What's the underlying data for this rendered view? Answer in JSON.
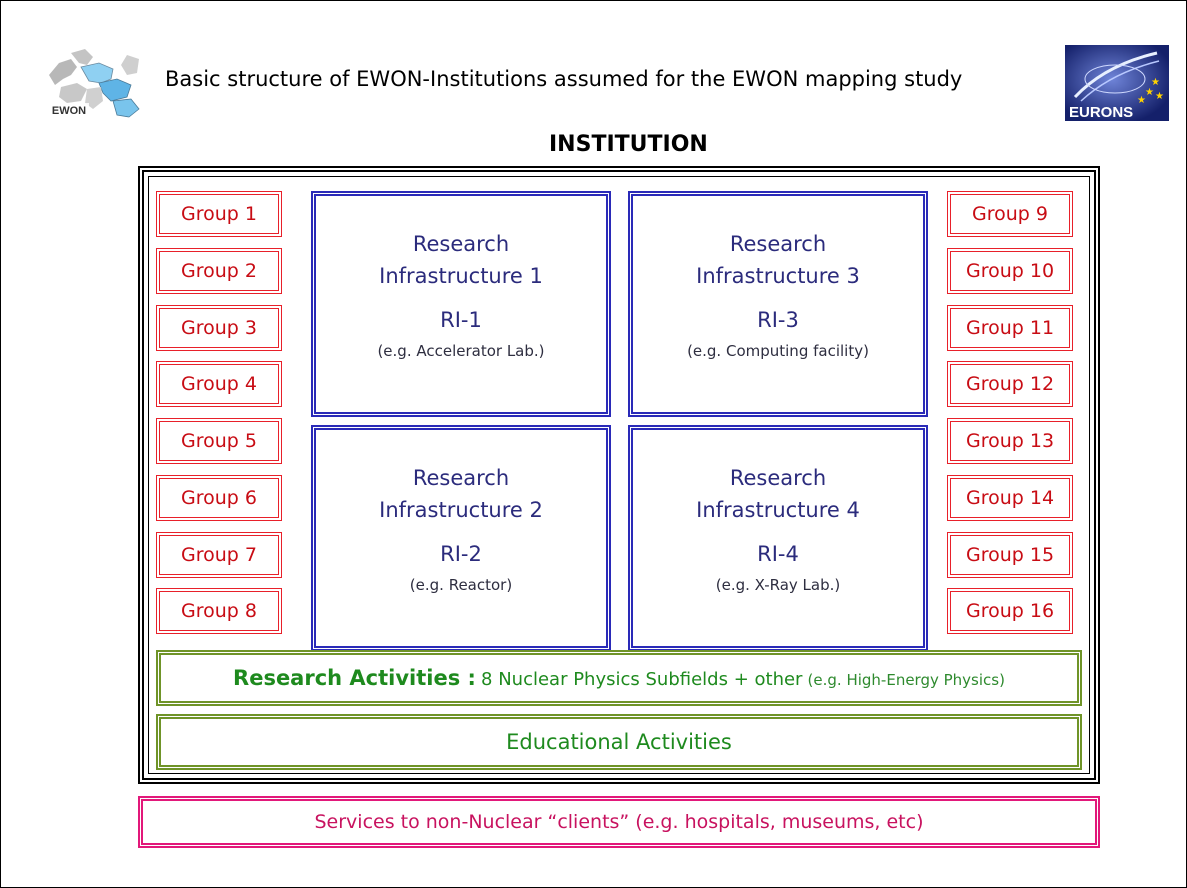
{
  "header": {
    "title": "Basic structure of EWON-Institutions assumed for the EWON mapping study",
    "logo_left_text": "EWON",
    "logo_right_text": "EURONS"
  },
  "institution": {
    "title": "INSTITUTION"
  },
  "groups_left": [
    "Group 1",
    "Group 2",
    "Group 3",
    "Group 4",
    "Group 5",
    "Group 6",
    "Group 7",
    "Group 8"
  ],
  "groups_right": [
    "Group 9",
    "Group 10",
    "Group 11",
    "Group 12",
    "Group 13",
    "Group 14",
    "Group 15",
    "Group 16"
  ],
  "research_infrastructures": [
    {
      "name_line1": "Research",
      "name_line2": "Infrastructure 1",
      "code": "RI-1",
      "example": "(e.g. Accelerator Lab.)"
    },
    {
      "name_line1": "Research",
      "name_line2": "Infrastructure 3",
      "code": "RI-3",
      "example": "(e.g. Computing facility)"
    },
    {
      "name_line1": "Research",
      "name_line2": "Infrastructure 2",
      "code": "RI-2",
      "example": "(e.g. Reactor)"
    },
    {
      "name_line1": "Research",
      "name_line2": "Infrastructure 4",
      "code": "RI-4",
      "example": "(e.g. X-Ray Lab.)"
    }
  ],
  "research_activities": {
    "label": "Research Activities :",
    "text": "8 Nuclear Physics Subfields + other",
    "example": "(e.g. High-Energy Physics)"
  },
  "educational_activities": {
    "label": "Educational Activities"
  },
  "services": {
    "label": "Services to non-Nuclear “clients” (e.g. hospitals, museums, etc)"
  },
  "colors": {
    "group_border": "#e8202a",
    "group_text": "#c80c14",
    "ri_border": "#2a2ab8",
    "ri_text": "#2b2b7c",
    "activities_border": "#6f9428",
    "activities_text": "#1e8a1e",
    "services_border": "#e2187a",
    "services_text": "#c8125f"
  }
}
